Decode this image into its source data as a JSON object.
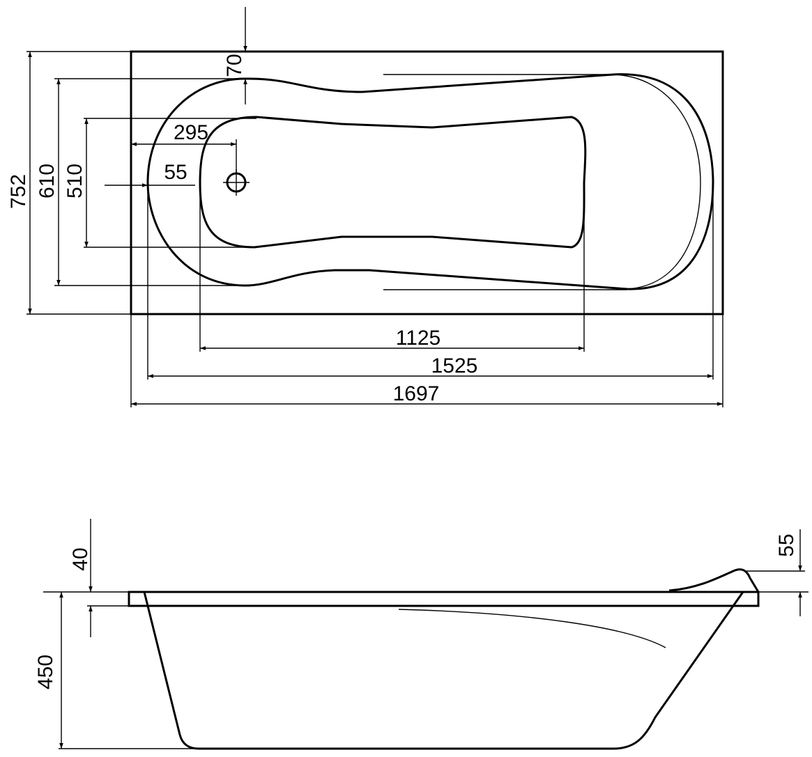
{
  "drawing": {
    "top_view": {
      "overall_width": "752",
      "outer_basin_width": "610",
      "inner_basin_width": "510",
      "rim_offset": "70",
      "drain_offset": "295",
      "edge_offset": "55",
      "inner_basin_length": "1125",
      "outer_basin_length": "1525",
      "overall_length": "1697"
    },
    "side_view": {
      "rim_thickness": "40",
      "depth": "450",
      "headrest_height": "55"
    }
  }
}
